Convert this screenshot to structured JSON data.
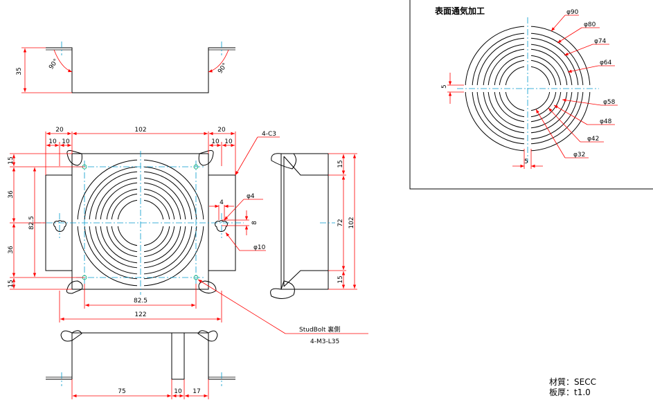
{
  "detail": {
    "title": "表面通気加工",
    "diameters": [
      "φ90",
      "φ80",
      "φ74",
      "φ64",
      "φ58",
      "φ48",
      "φ42",
      "φ32"
    ],
    "gap_v": "5",
    "gap_h": "5"
  },
  "top_view": {
    "height": "35",
    "angle_left": "90°",
    "angle_right": "90°"
  },
  "front_view": {
    "top_dims": [
      "20",
      "102",
      "20"
    ],
    "sub_dims": [
      "10",
      "10",
      "10",
      "10"
    ],
    "chamfer": "4-C3",
    "left_dims": [
      "15",
      "36",
      "36",
      "15"
    ],
    "inner_left": "82.5",
    "hole_w": "4",
    "phi4": "φ4",
    "hole_h": "8",
    "phi10": "φ10",
    "bottom_inner": "82.5",
    "bottom_total": "122",
    "stud_label": "StudBolt 裏側",
    "stud_spec": "4-M3-L35"
  },
  "side_view": {
    "dims": [
      "15",
      "72",
      "15"
    ],
    "total": "102"
  },
  "bottom_view": {
    "dims": [
      "75",
      "10",
      "17"
    ]
  },
  "material": {
    "line1": "材質：SECC",
    "line2": "板厚：t1.0"
  }
}
